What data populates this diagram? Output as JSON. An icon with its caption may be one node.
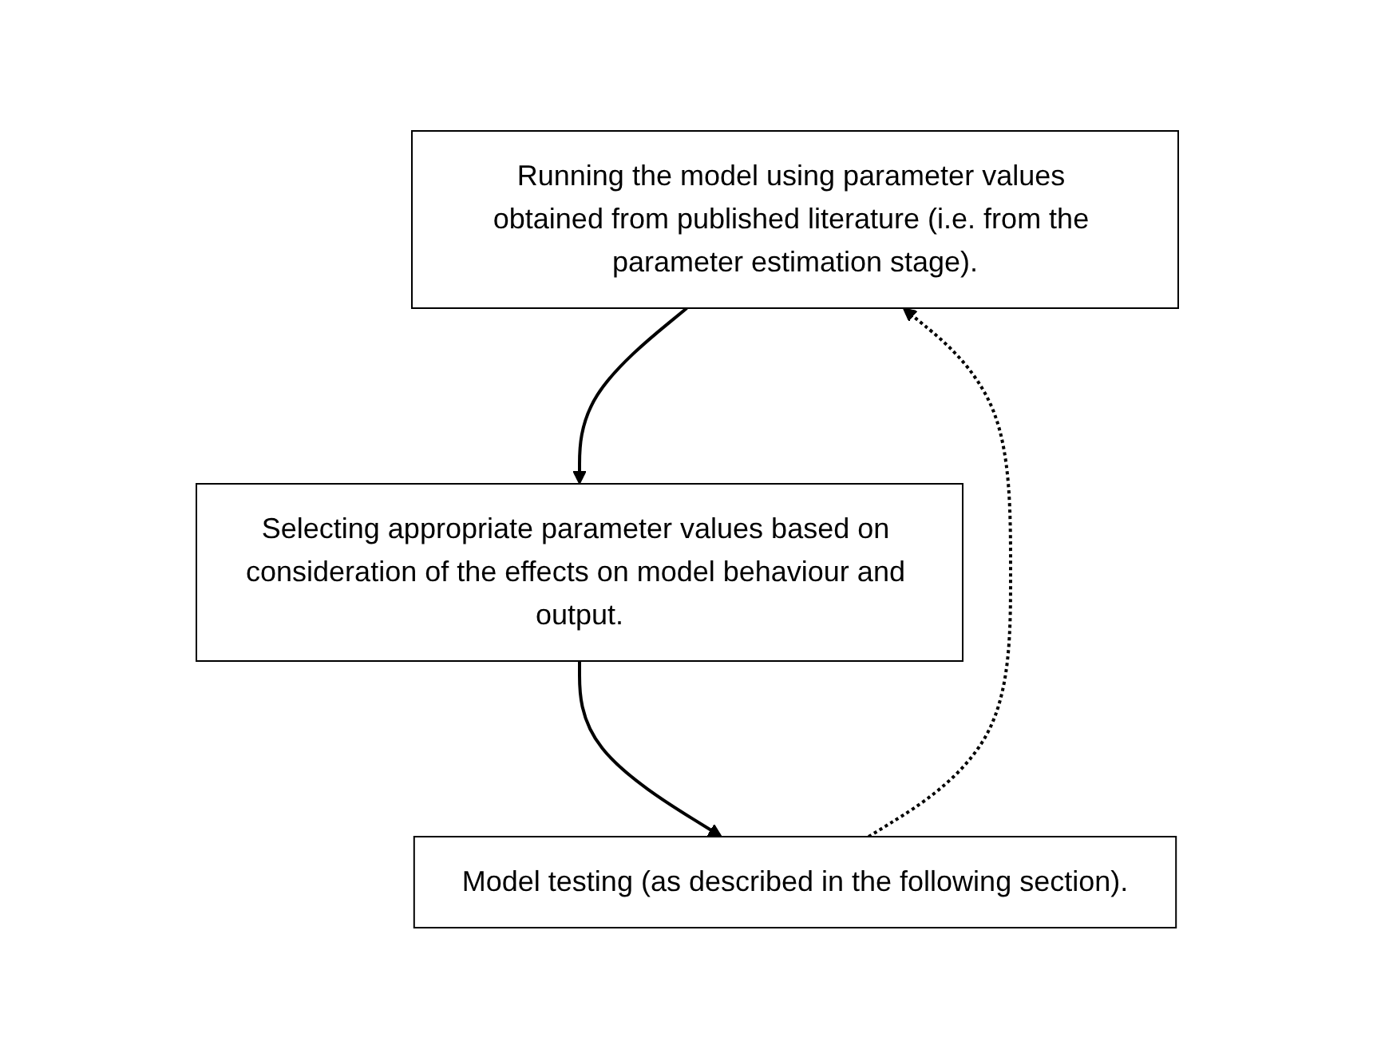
{
  "diagram": {
    "nodes": [
      {
        "text": [
          "Running the model using parameter values obtained from published literature (i.e. from the parameter estimation stage)."
        ]
      },
      {
        "text": [
          "Selecting appropriate parameter values based on consideration of the effects on model behaviour and output."
        ]
      },
      {
        "text": [
          "Model testing (as described in the following section)."
        ]
      }
    ],
    "edges": [
      {
        "from": 0,
        "to": 1,
        "arrow": "to"
      },
      {
        "from": 1,
        "to": 2,
        "arrow": "to"
      },
      {
        "from": 2,
        "to": 0,
        "arrow": "to",
        "style": "dashed"
      }
    ]
  }
}
